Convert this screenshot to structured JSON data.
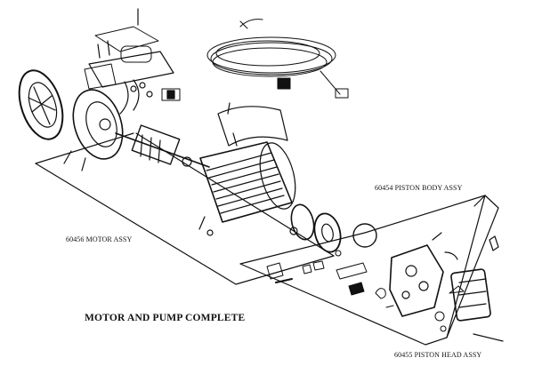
{
  "labels": {
    "motor_assy": "60456 MOTOR ASSY",
    "piston_body_assy": "60454 PISTON BODY ASSY",
    "piston_head_assy": "60455 PISTON HEAD ASSY",
    "caption": "MOTOR AND PUMP COMPLETE"
  }
}
